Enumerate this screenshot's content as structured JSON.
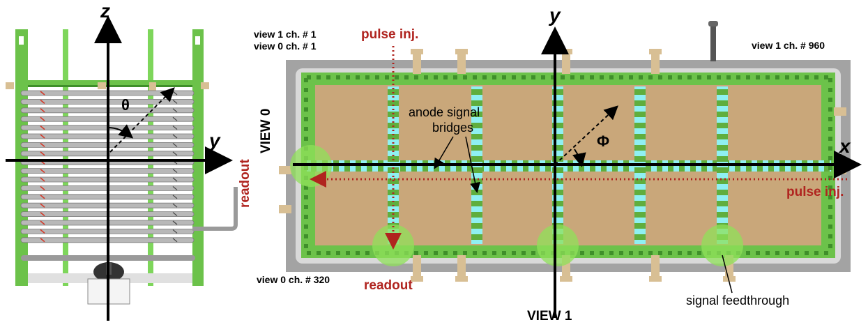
{
  "axes": {
    "left_vertical": "z",
    "left_horizontal": "y",
    "right_vertical": "y",
    "right_horizontal": "x",
    "theta": "θ",
    "phi": "Φ"
  },
  "labels": {
    "view1_ch1": "view 1 ch. # 1",
    "view0_ch1": "view 0 ch. # 1",
    "view1_ch960": "view 1 ch. # 960",
    "view0_ch320": "view 0 ch. # 320",
    "pulse_inj_top": "pulse inj.",
    "pulse_inj_right": "pulse inj.",
    "readout_left": "readout",
    "readout_bottom": "readout",
    "view0": "VIEW 0",
    "view1": "VIEW 1",
    "anode_bridges_line1": "anode signal",
    "anode_bridges_line2": "bridges",
    "signal_feedthrough": "signal feedthrough"
  },
  "colors": {
    "frame_green": "#6cc24a",
    "pad_tan": "#c9a77a",
    "bridge_cyan": "#8ff0f2",
    "highlight_green": "#8fe05a",
    "connector_tan": "#d8bf94",
    "arrow_red": "#b0241f",
    "rail_gray": "#9a9a9a"
  }
}
